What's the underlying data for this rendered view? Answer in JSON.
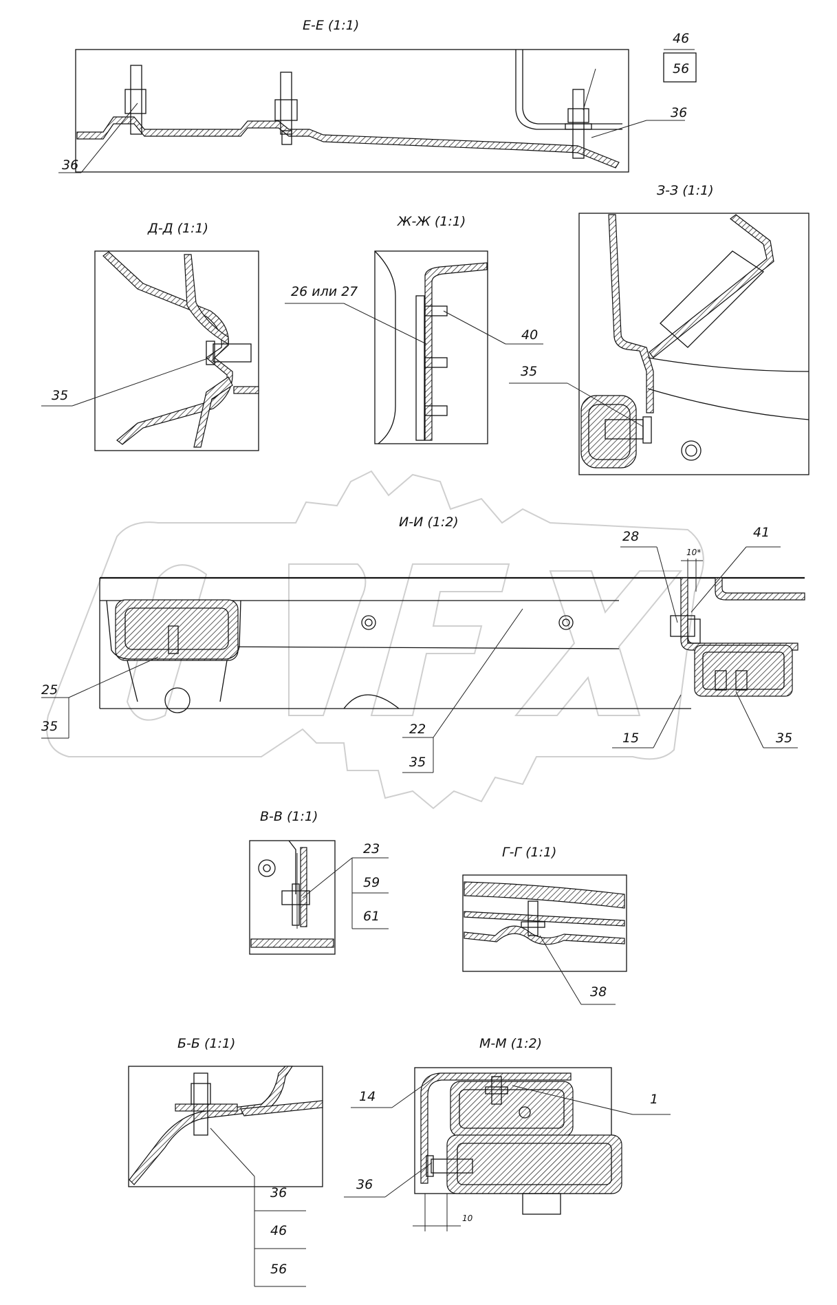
{
  "watermark": {
    "text": "OPEX"
  },
  "views": [
    {
      "id": "E-E",
      "title": "Е-Е (1:1)",
      "callouts": [
        "46",
        "56",
        "36",
        "36"
      ]
    },
    {
      "id": "D-D",
      "title": "Д-Д (1:1)",
      "callouts": [
        "35"
      ]
    },
    {
      "id": "ZH-ZH",
      "title": "Ж-Ж (1:1)",
      "callouts": [
        "26 или 27",
        "40"
      ]
    },
    {
      "id": "Z-Z",
      "title": "З-З (1:1)",
      "callouts": [
        "35"
      ]
    },
    {
      "id": "I-I",
      "title": "И-И (1:2)",
      "callouts": [
        "28",
        "41",
        "25",
        "35",
        "22",
        "35",
        "15",
        "35"
      ],
      "dimension": "10*"
    },
    {
      "id": "V-V",
      "title": "В-В (1:1)",
      "callouts": [
        "23",
        "59",
        "61"
      ]
    },
    {
      "id": "G-G",
      "title": "Г-Г (1:1)",
      "callouts": [
        "38"
      ]
    },
    {
      "id": "B-B",
      "title": "Б-Б (1:1)",
      "callouts": [
        "36",
        "46",
        "56"
      ]
    },
    {
      "id": "M-M",
      "title": "М-М (1:2)",
      "callouts": [
        "14",
        "1",
        "36"
      ],
      "dimension": "10"
    }
  ]
}
